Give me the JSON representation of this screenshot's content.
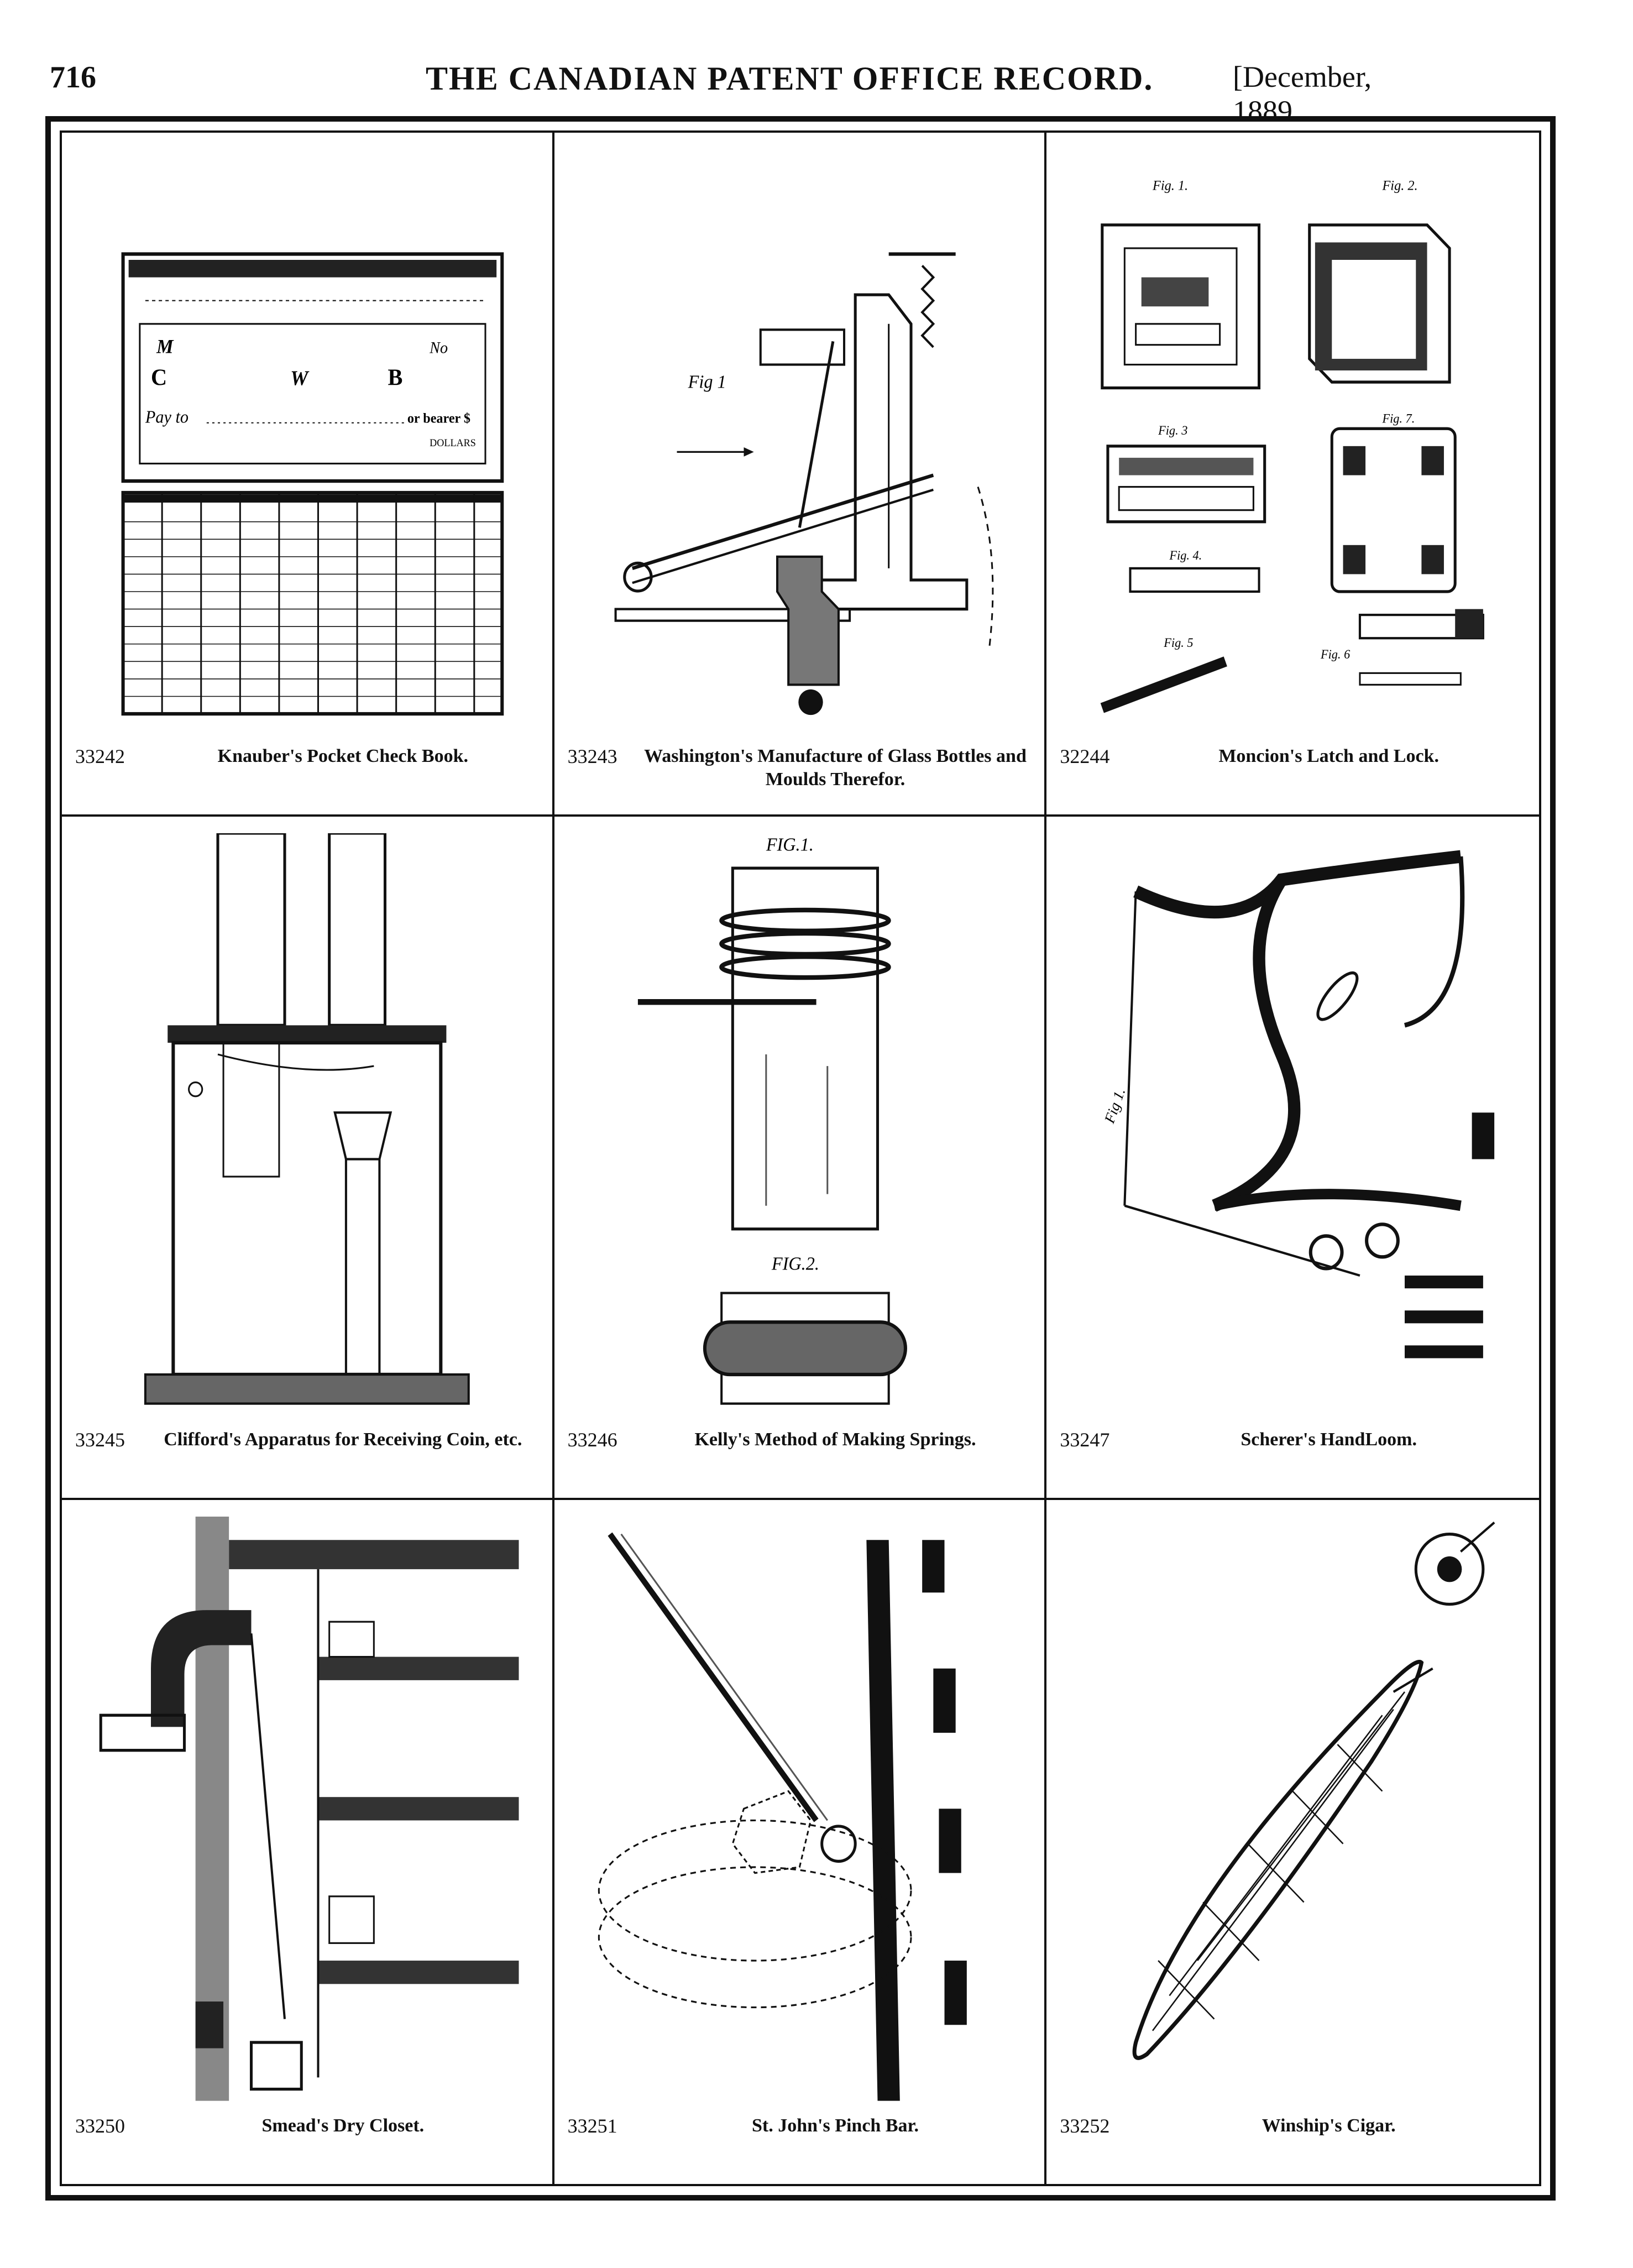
{
  "header": {
    "page_number": "716",
    "journal_title": "THE CANADIAN PATENT OFFICE RECORD.",
    "issue_date": "[December, 1889."
  },
  "patents": [
    {
      "number": "33242",
      "title": "Knauber's Pocket Check Book."
    },
    {
      "number": "33243",
      "title": "Washington's Manufacture of Glass Bottles and Moulds Therefor."
    },
    {
      "number": "32244",
      "title": "Moncion's Latch and Lock."
    },
    {
      "number": "33245",
      "title": "Clifford's Apparatus for Receiving Coin, etc."
    },
    {
      "number": "33246",
      "title": "Kelly's Method of Making Springs."
    },
    {
      "number": "33247",
      "title": "Scherer's HandLoom."
    },
    {
      "number": "33250",
      "title": "Smead's Dry Closet."
    },
    {
      "number": "33251",
      "title": "St. John's Pinch Bar."
    },
    {
      "number": "33252",
      "title": "Winship's Cigar."
    }
  ],
  "figure_labels": {
    "check_pay_to": "Pay to",
    "check_bearer": "or bearer $",
    "check_dollars": "DOLLARS",
    "check_no": "No",
    "check_c": "C",
    "check_w": "W",
    "check_b": "B",
    "check_m": "M",
    "fig1": "Fig 1",
    "lock_fig1": "Fig. 1.",
    "lock_fig2": "Fig. 2.",
    "lock_fig3": "Fig. 3",
    "lock_fig4": "Fig. 4.",
    "lock_fig5": "Fig. 5",
    "lock_fig6": "Fig. 6",
    "lock_fig7": "Fig. 7.",
    "spring_fig1": "FIG.1.",
    "spring_fig2": "FIG.2.",
    "loom_fig": "Fig 1."
  }
}
